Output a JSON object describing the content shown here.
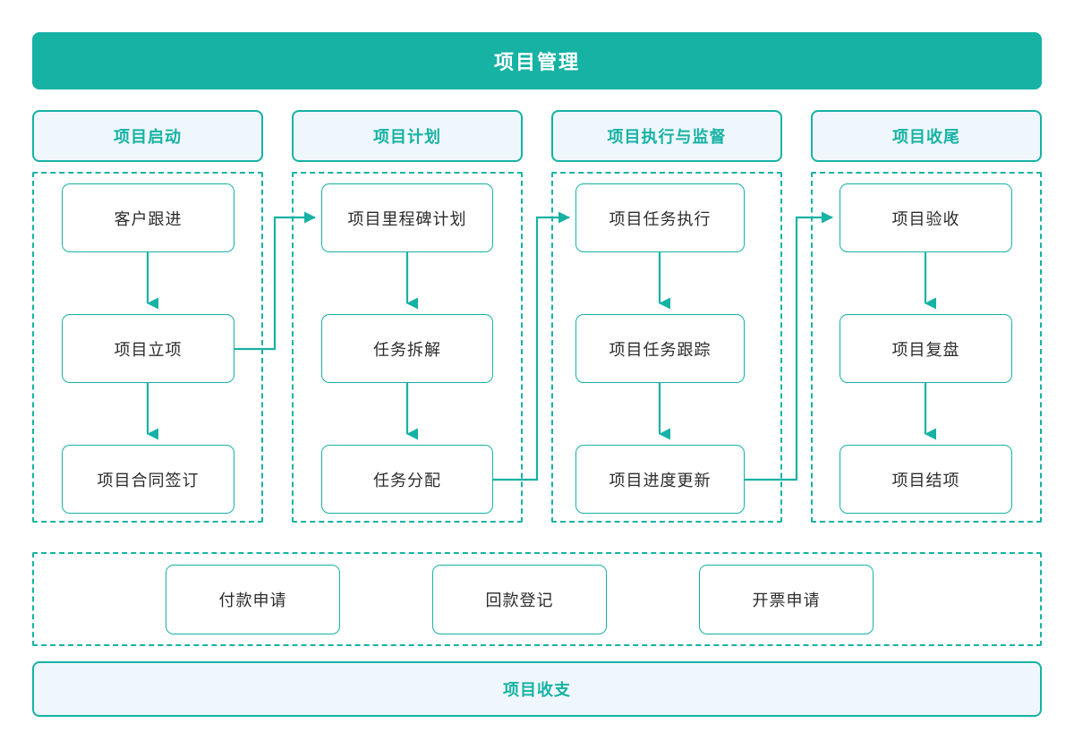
{
  "banner": {
    "title": "项目管理"
  },
  "colors": {
    "accent": "#16b2a4",
    "banner_fill": "#16b2a4",
    "banner_text": "#ffffff",
    "chip_fill": "#f0f7fc",
    "node_fill": "#ffffff",
    "node_text": "#2b2b2b",
    "page_background": "#ffffff"
  },
  "phases": [
    {
      "header": "项目启动",
      "nodes": [
        "客户跟进",
        "项目立项",
        "项目合同签订"
      ]
    },
    {
      "header": "项目计划",
      "nodes": [
        "项目里程碑计划",
        "任务拆解",
        "任务分配"
      ]
    },
    {
      "header": "项目执行与监督",
      "nodes": [
        "项目任务执行",
        "项目任务跟踪",
        "项目进度更新"
      ]
    },
    {
      "header": "项目收尾",
      "nodes": [
        "项目验收",
        "项目复盘",
        "项目结项"
      ]
    }
  ],
  "finance": {
    "nodes": [
      "付款申请",
      "回款登记",
      "开票申请"
    ]
  },
  "summary": {
    "label": "项目收支"
  },
  "flow": {
    "vertical_links": [
      {
        "from": "客户跟进",
        "to": "项目立项"
      },
      {
        "from": "项目立项",
        "to": "项目合同签订"
      },
      {
        "from": "项目里程碑计划",
        "to": "任务拆解"
      },
      {
        "from": "任务拆解",
        "to": "任务分配"
      },
      {
        "from": "项目任务执行",
        "to": "项目任务跟踪"
      },
      {
        "from": "项目任务跟踪",
        "to": "项目进度更新"
      },
      {
        "from": "项目验收",
        "to": "项目复盘"
      },
      {
        "from": "项目复盘",
        "to": "项目结项"
      }
    ],
    "cross_phase_links": [
      {
        "from": "项目立项",
        "to": "项目里程碑计划"
      },
      {
        "from": "任务分配",
        "to": "项目任务执行"
      },
      {
        "from": "项目进度更新",
        "to": "项目验收"
      }
    ]
  }
}
